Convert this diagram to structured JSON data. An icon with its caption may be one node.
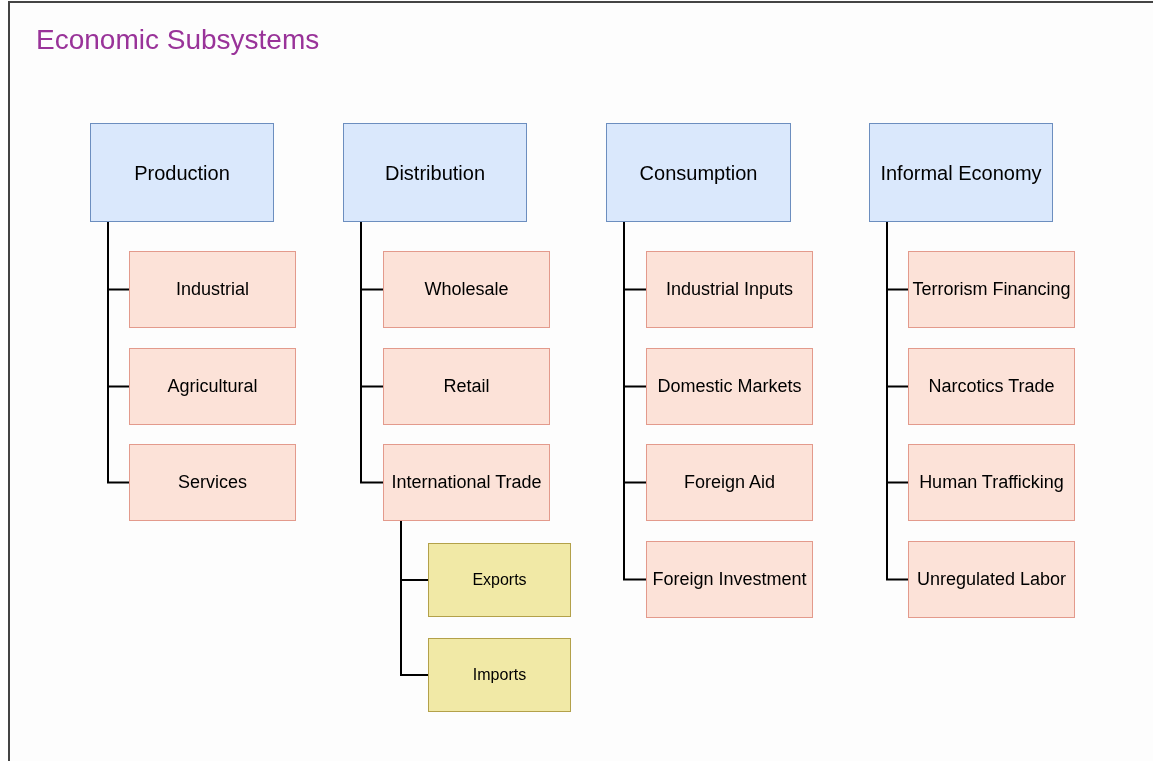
{
  "diagram": {
    "title": "Economic Subsystems",
    "nodes": [
      {
        "text": [
          "Production"
        ]
      },
      {
        "text": [
          "Industrial"
        ]
      },
      {
        "text": [
          "Agricultural"
        ]
      },
      {
        "text": [
          "Services"
        ]
      },
      {
        "text": [
          "Distribution"
        ]
      },
      {
        "text": [
          "Wholesale"
        ]
      },
      {
        "text": [
          "Retail"
        ]
      },
      {
        "text": [
          "International Trade"
        ]
      },
      {
        "text": [
          "Exports"
        ]
      },
      {
        "text": [
          "Imports"
        ]
      },
      {
        "text": [
          "Consumption"
        ]
      },
      {
        "text": [
          "Industrial Inputs"
        ]
      },
      {
        "text": [
          "Domestic Markets"
        ]
      },
      {
        "text": [
          "Foreign Aid"
        ]
      },
      {
        "text": [
          "Foreign Investment"
        ]
      },
      {
        "text": [
          "Informal Economy"
        ]
      },
      {
        "text": [
          "Terrorism Financing"
        ]
      },
      {
        "text": [
          "Narcotics Trade"
        ]
      },
      {
        "text": [
          "Human Trafficking"
        ]
      },
      {
        "text": [
          "Unregulated Labor"
        ]
      }
    ],
    "edges": [
      {
        "from": 0,
        "to": 1,
        "arrow": "none"
      },
      {
        "from": 0,
        "to": 2,
        "arrow": "none"
      },
      {
        "from": 0,
        "to": 3,
        "arrow": "none"
      },
      {
        "from": 4,
        "to": 5,
        "arrow": "none"
      },
      {
        "from": 4,
        "to": 6,
        "arrow": "none"
      },
      {
        "from": 4,
        "to": 7,
        "arrow": "none"
      },
      {
        "from": 7,
        "to": 8,
        "arrow": "none"
      },
      {
        "from": 7,
        "to": 9,
        "arrow": "none"
      },
      {
        "from": 10,
        "to": 11,
        "arrow": "none"
      },
      {
        "from": 10,
        "to": 12,
        "arrow": "none"
      },
      {
        "from": 10,
        "to": 13,
        "arrow": "none"
      },
      {
        "from": 10,
        "to": 14,
        "arrow": "none"
      },
      {
        "from": 15,
        "to": 16,
        "arrow": "none"
      },
      {
        "from": 15,
        "to": 17,
        "arrow": "none"
      },
      {
        "from": 15,
        "to": 18,
        "arrow": "none"
      },
      {
        "from": 15,
        "to": 19,
        "arrow": "none"
      }
    ]
  }
}
